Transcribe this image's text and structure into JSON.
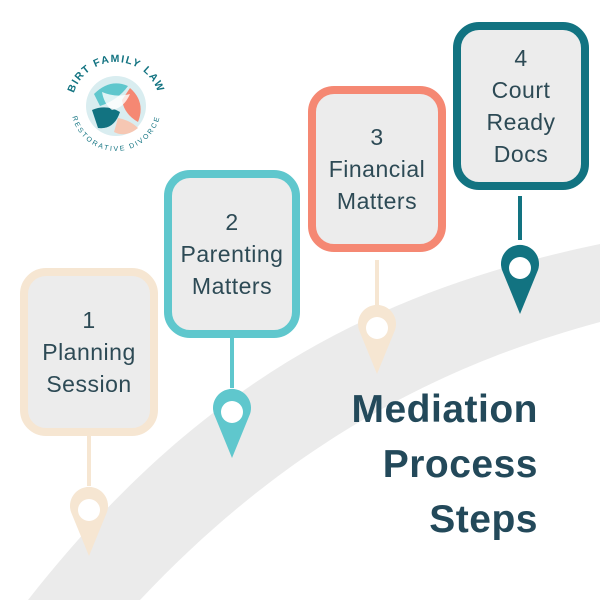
{
  "brand": {
    "name": "BIRT FAMILY LAW",
    "tagline": "RESTORATIVE DIVORCE"
  },
  "title_lines": [
    "Mediation",
    "Process",
    "Steps"
  ],
  "colors": {
    "step1": "#f6e6d2",
    "step2": "#5fc7cd",
    "step3": "#f58873",
    "step4": "#127381",
    "text": "#2d4a55",
    "title": "#23495a",
    "road": "#ebebeb",
    "box_fill": "#ececec"
  },
  "steps": [
    {
      "number": "1",
      "lines": [
        "Planning",
        "Session"
      ]
    },
    {
      "number": "2",
      "lines": [
        "Parenting",
        "Matters"
      ]
    },
    {
      "number": "3",
      "lines": [
        "Financial",
        "Matters"
      ]
    },
    {
      "number": "4",
      "lines": [
        "Court",
        "Ready",
        "Docs"
      ]
    }
  ]
}
